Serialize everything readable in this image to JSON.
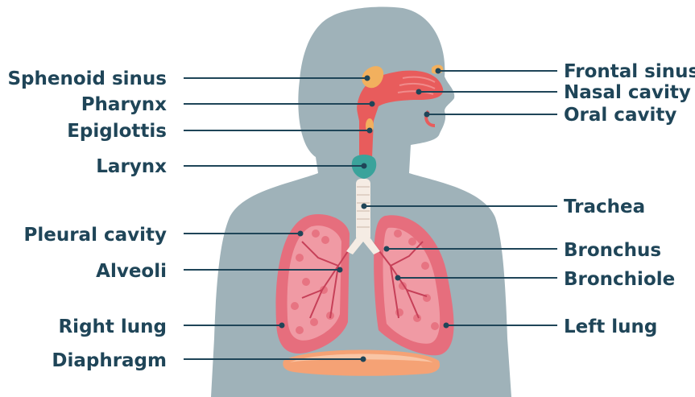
{
  "labels": {
    "sphenoid_sinus": "Sphenoid sinus",
    "pharynx": "Pharynx",
    "epiglottis": "Epiglottis",
    "larynx": "Larynx",
    "pleural_cavity": "Pleural cavity",
    "alveoli": "Alveoli",
    "right_lung": "Right lung",
    "diaphragm": "Diaphragm",
    "frontal_sinus": "Frontal sinus",
    "nasal_cavity": "Nasal cavity",
    "oral_cavity": "Oral cavity",
    "trachea": "Trachea",
    "bronchus": "Bronchus",
    "bronchiole": "Bronchiole",
    "left_lung": "Left lung"
  },
  "colors": {
    "body": "#9fb2b9",
    "lung": "#e66e7d",
    "lung_light": "#f09aa4",
    "airway": "#e85c5c",
    "larynx": "#3aa39b",
    "trachea": "#f5ece4",
    "sinus": "#f2b05e",
    "diaphragm": "#f5a275",
    "text": "#1f4558"
  }
}
